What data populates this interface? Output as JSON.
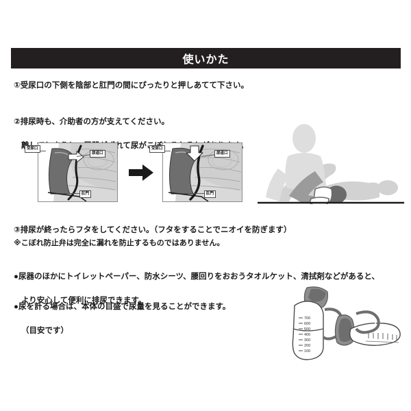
{
  "header": {
    "title": "使いかた"
  },
  "instructions": {
    "step1": "①受尿口の下側を陰部と肛門の間にぴったりと押しあてて下さい。",
    "step2_line1": "②排尿時も、介助者の方が支えてください。",
    "step2_line2": "離してしまうと、尿器がずれて尿がこぼれるおそれがあります。",
    "step3": "③排尿が終ったらフタをしてください。（フタをすることでニオイを防ぎます）",
    "note3": "※こぼれ防止弁は完全に漏れを防止するものではありません。",
    "bullet1_line1": "●尿器のほかにトイレットペーパー、防水シーツ、腰回りをおおうタオルケット、清拭剤などがあると、",
    "bullet1_line2": "より安心して便利に排尿できます。",
    "bullet2_line1": "●尿を計る場合は、本体の目盛で尿量を見ることができます。",
    "bullet2_line2": "（目安です）"
  },
  "diagrams": {
    "before": {
      "label_receiving_port": "受尿口",
      "label_urethral_opening": "尿道口",
      "label_anus": "肛門"
    },
    "after": {
      "label_receiving_port": "受尿口",
      "label_urethral_opening": "尿道口",
      "label_anus": "肛門"
    },
    "transition_icon": "right-arrow-icon"
  },
  "person_illustration": {
    "icon": "caregiver-assisting-lying-person-icon"
  },
  "product_illustration": {
    "icon": "urinal-bottle-with-graduations-icon",
    "graduation_marks": [
      "700",
      "600",
      "500",
      "400",
      "300",
      "200",
      "100"
    ]
  },
  "colors": {
    "header_bg": "#231f20",
    "header_text": "#ffffff",
    "body_text": "#1a1a1a",
    "page_bg": "#ffffff",
    "diagram_border": "#8a8a8a",
    "device_dark": "#6e6e6e",
    "anatomy_light": "#cfcfcf",
    "person_light": "#d6d6d6",
    "person_mid": "#9a9a9a",
    "person_dark": "#6b6b6b"
  }
}
